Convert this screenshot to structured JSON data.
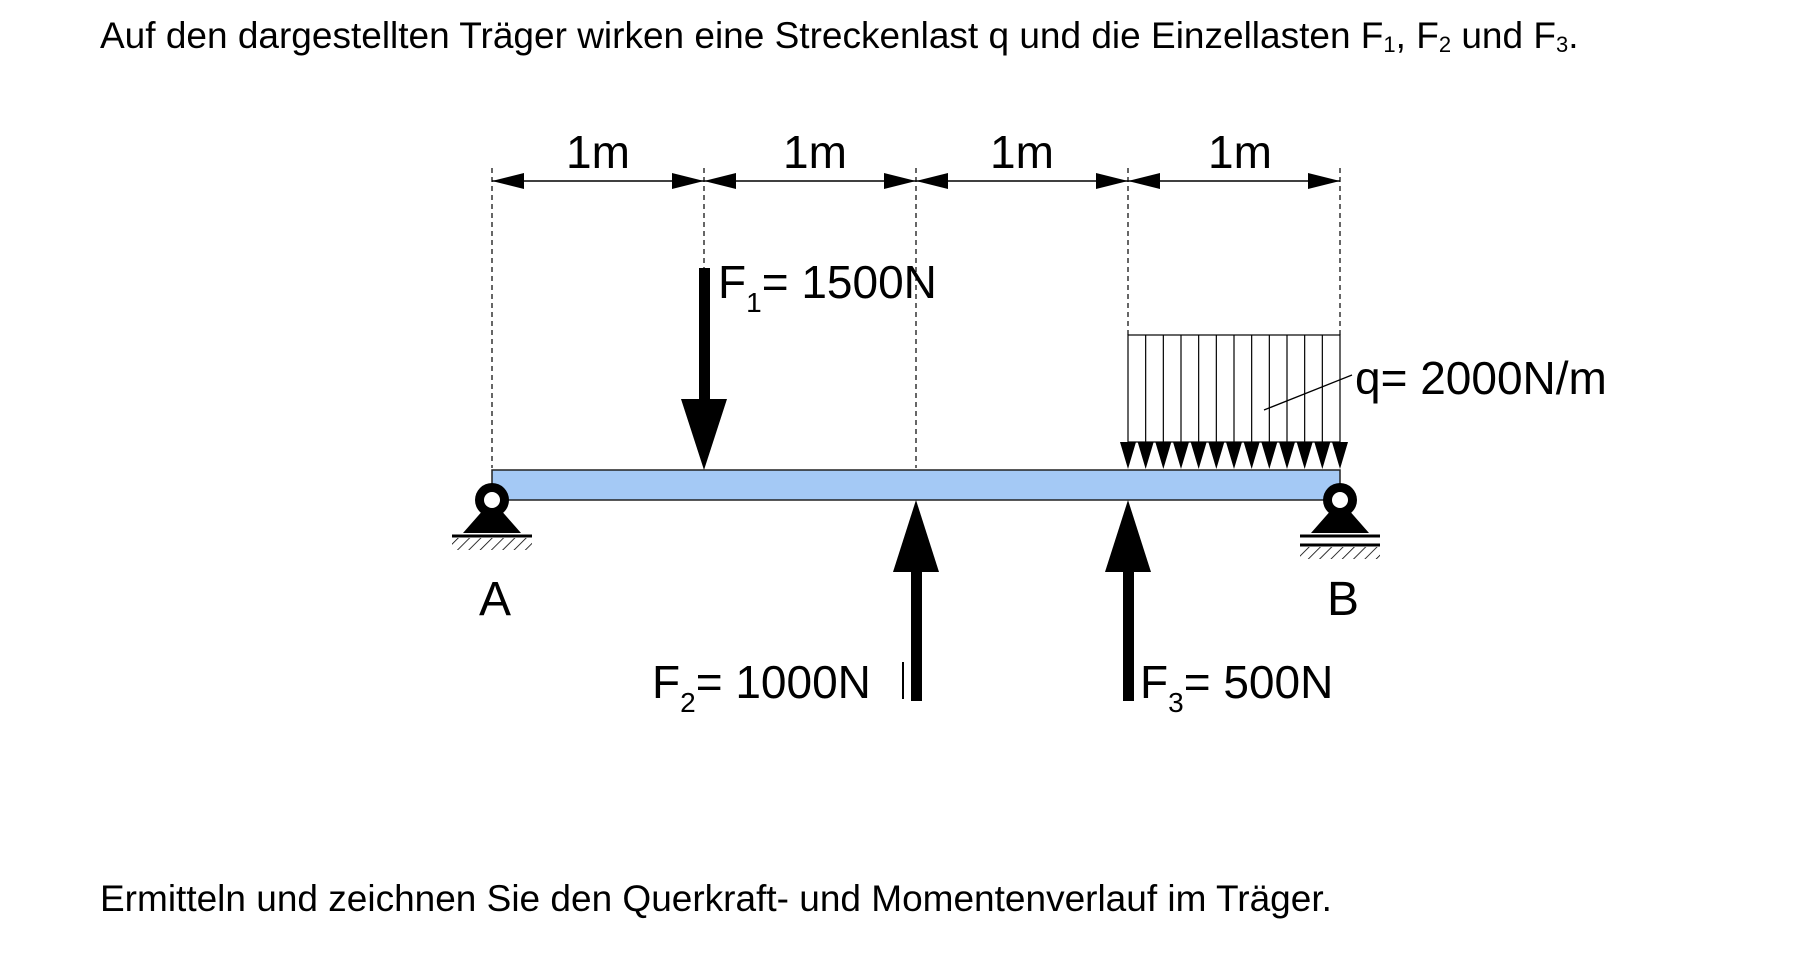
{
  "intro": {
    "text": "Auf den dargestellten Träger wirken eine Streckenlast q und die Einzellasten F",
    "f1_sub": "1",
    "sep_1": ", F",
    "f2_sub": "2",
    "sep_2": " und F",
    "f3_sub": "3",
    "end": "."
  },
  "task": "Ermitteln und zeichnen Sie den Querkraft- und Momentenverlauf im Träger.",
  "beam": {
    "color": "#a4c9f5",
    "segments_m": [
      1,
      1,
      1,
      1
    ],
    "dimension_labels": [
      "1m",
      "1m",
      "1m",
      "1m"
    ]
  },
  "supports": {
    "a": {
      "label": "A",
      "type": "fixed pin"
    },
    "b": {
      "label": "B",
      "type": "roller"
    }
  },
  "loads": {
    "f1": {
      "symbol": "F",
      "sub": "1",
      "value": "= 1500N",
      "position_m": 1,
      "direction": "down"
    },
    "f2": {
      "symbol": "F",
      "sub": "2",
      "value": "= 1000N",
      "position_m": 2,
      "direction": "up"
    },
    "f3": {
      "symbol": "F",
      "sub": "3",
      "value": "= 500N",
      "position_m": 3,
      "direction": "up"
    },
    "q": {
      "label": "q= 2000N/m",
      "from_m": 3,
      "to_m": 4,
      "direction": "down"
    }
  }
}
